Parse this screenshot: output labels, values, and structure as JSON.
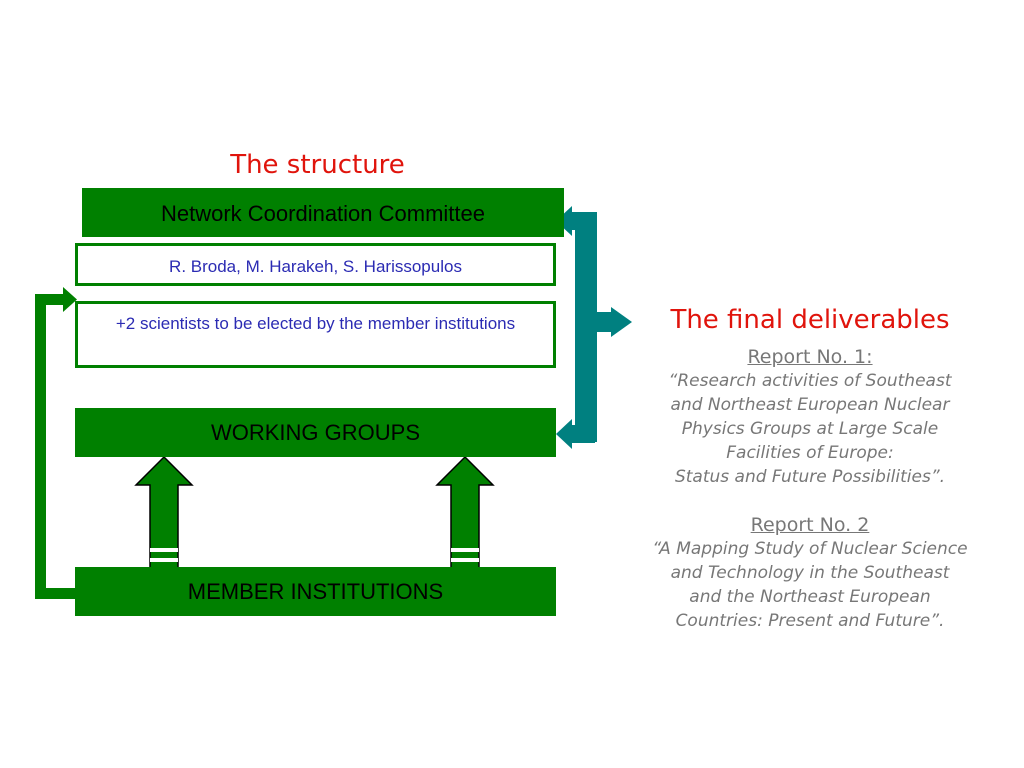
{
  "structure": {
    "title": "The structure",
    "committee": "Network Coordination Committee",
    "members": "R. Broda, M. Harakeh, S. Harissopulos",
    "elected": "+2 scientists to be elected by the member institutions",
    "working_groups": "WORKING GROUPS",
    "member_institutions": "MEMBER INSTITUTIONS"
  },
  "deliverables": {
    "title": "The final deliverables",
    "report1_title": "Report No. 1:",
    "report1_text_1": "“Research activities of Southeast",
    "report1_text_2": "and Northeast European Nuclear",
    "report1_text_3": "Physics Groups at Large Scale",
    "report1_text_4": "Facilities of Europe:",
    "report1_text_5": "Status and Future Possibilities”.",
    "report2_title": "Report No. 2",
    "report2_text_1": "“A Mapping Study of Nuclear Science",
    "report2_text_2": "and Technology in the Southeast",
    "report2_text_3": "and the Northeast European",
    "report2_text_4": "Countries:  Present and Future”."
  },
  "colors": {
    "green": "#008000",
    "teal": "#008080",
    "title_red": "#e0140c",
    "member_text_blue": "#2b2bb3",
    "report_gray": "#777777"
  }
}
